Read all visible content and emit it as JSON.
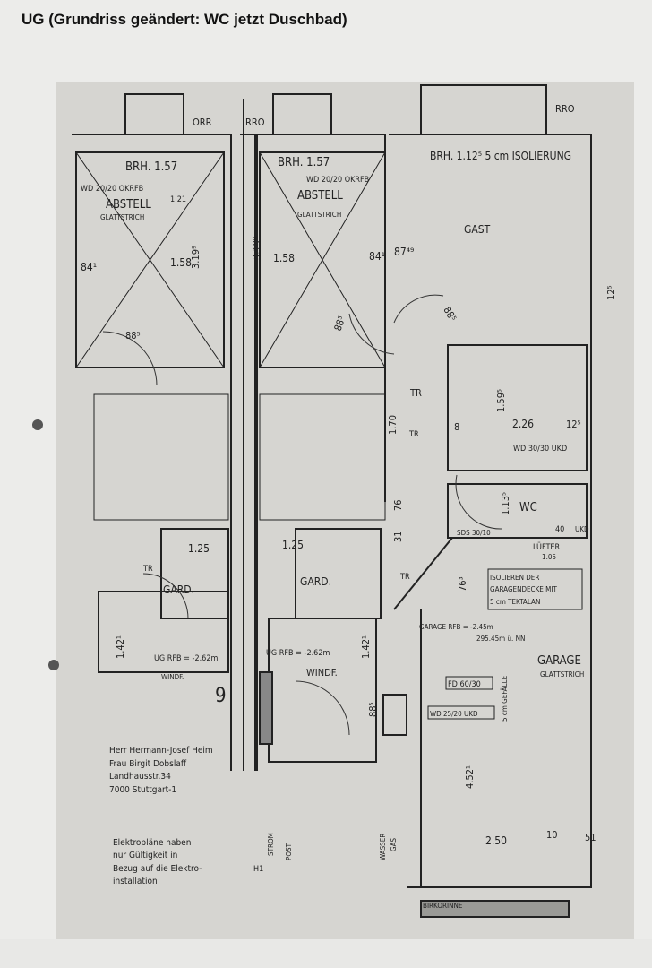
{
  "title": "UG (Grundriss geändert: WC jetzt Duschbad)",
  "plan": {
    "labels": [
      "ORR",
      "RRO",
      "RRO",
      "BRH. 1.57",
      "BRH. 1.57",
      "BRH. 1.12⁵ 5 cm ISOLIERUNG",
      "WD 20/20 OKRFB",
      "WD 20/20 OKRFB",
      "ABSTELL",
      "ABSTELL",
      "GLATTSTRICH",
      "GLATTSTRICH",
      "GAST",
      "1.21",
      "84¹",
      "1.58",
      "1.58",
      "3.19⁹",
      "3.19⁹",
      "84¹",
      "87⁴⁹",
      "88⁵",
      "88⁵",
      "88⁵",
      "TR",
      "TR",
      "8",
      "1.59⁵",
      "2.26",
      "12⁵",
      "WD 30/30 UKD",
      "1.70",
      "76",
      "31",
      "1.13⁵",
      "WC",
      "SDS 30/10",
      "40",
      "UKD",
      "LÜFTER",
      "1.05",
      "1.25",
      "1.25",
      "GARD.",
      "GARD.",
      "TR",
      "TR",
      "76³",
      "ISOLIEREN DER",
      "GARAGENDECKE MIT",
      "5 cm TEKTALAN",
      "GARAGE RFB = -2.45m",
      "295.45m ü. NN",
      "GARAGE",
      "GLATTSTRICH",
      "UG RFB = -2.62m",
      "UG RFB = -2.62m",
      "WINDF.",
      "WINDF.",
      "1.42¹",
      "1.42¹",
      "FD 60/30",
      "WD 25/20 UKD",
      "5 cm GEFÄLLE",
      "88⁵",
      "4.52¹",
      "2.50",
      "10",
      "51",
      "WASSER",
      "GAS",
      "STROM",
      "POST",
      "H1",
      "BIRKORINNE",
      "12⁵",
      "9"
    ],
    "address": [
      "Herr Hermann-Josef Heim",
      "Frau Birgit Dobslaff",
      "Landhausstr.34",
      "7000 Stuttgart-1"
    ],
    "note": [
      "Elektropläne haben",
      "nur Gültigkeit in",
      "Bezug auf die Elektro-",
      "installation"
    ]
  }
}
